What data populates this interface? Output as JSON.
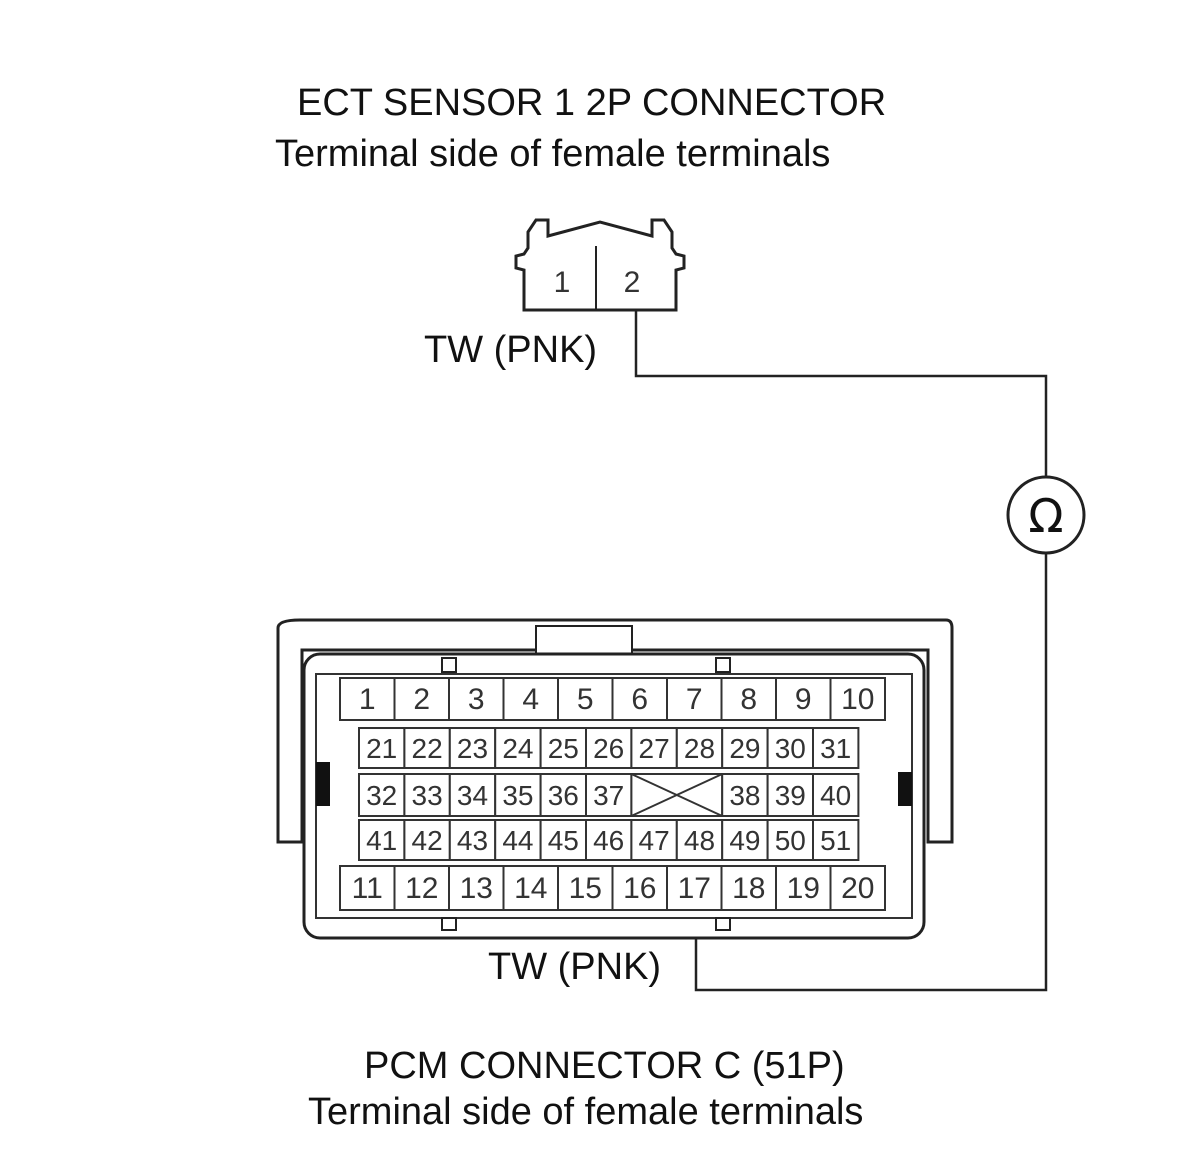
{
  "ect_connector": {
    "title": "ECT SENSOR 1 2P CONNECTOR",
    "subtitle": "Terminal side of female terminals",
    "pins": [
      "1",
      "2"
    ],
    "wire_label": "TW (PNK)"
  },
  "pcm_connector": {
    "title": "PCM CONNECTOR C (51P)",
    "subtitle": "Terminal side of female terminals",
    "rows": [
      [
        "1",
        "2",
        "3",
        "4",
        "5",
        "6",
        "7",
        "8",
        "9",
        "10"
      ],
      [
        "21",
        "22",
        "23",
        "24",
        "25",
        "26",
        "27",
        "28",
        "29",
        "30",
        "31"
      ],
      [
        "32",
        "33",
        "34",
        "35",
        "36",
        "37",
        "38",
        "39",
        "40"
      ],
      [
        "41",
        "42",
        "43",
        "44",
        "45",
        "46",
        "47",
        "48",
        "49",
        "50",
        "51"
      ],
      [
        "11",
        "12",
        "13",
        "14",
        "15",
        "16",
        "17",
        "18",
        "19",
        "20"
      ]
    ],
    "wire_label": "TW (PNK)"
  },
  "meter": {
    "symbol": "Ω",
    "icon": "ohmmeter-icon"
  },
  "colors": {
    "line": "#222222",
    "text": "#111111",
    "background": "#ffffff"
  }
}
